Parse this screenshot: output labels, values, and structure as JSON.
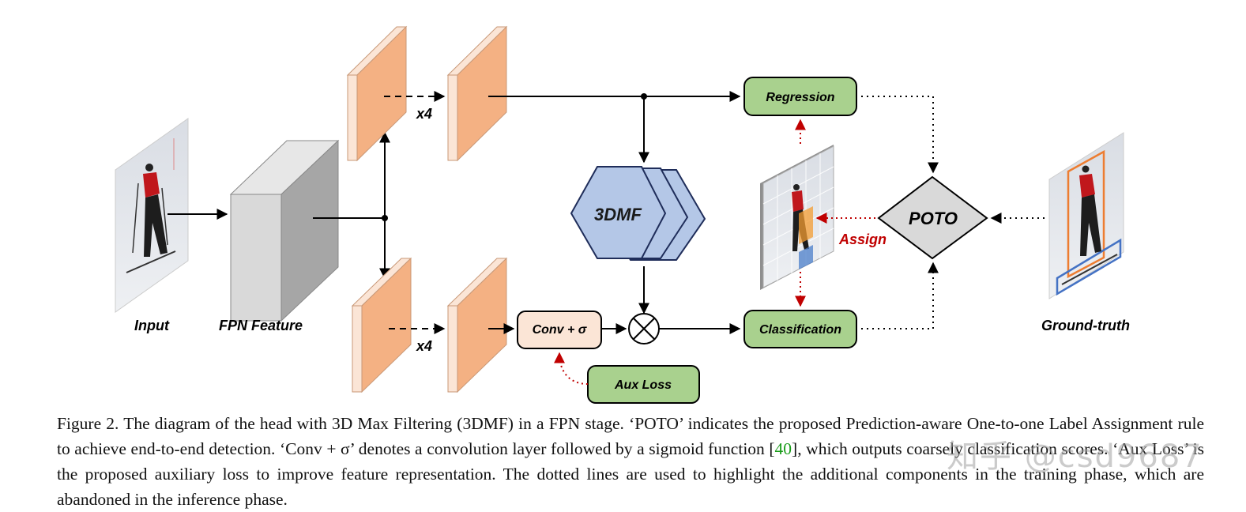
{
  "labels": {
    "input": "Input",
    "fpn_feature": "FPN Feature",
    "repeat_top": "x4",
    "repeat_bottom": "x4",
    "dmf": "3DMF",
    "conv_sigma": "Conv + σ",
    "aux_loss": "Aux Loss",
    "regression": "Regression",
    "classification": "Classification",
    "poto": "POTO",
    "assign": "Assign",
    "ground_truth": "Ground-truth"
  },
  "caption": {
    "part1": "Figure 2. The diagram of the head with 3D Max Filtering (3DMF) in a FPN stage. ‘POTO’ indicates the proposed Prediction-aware One-to-one Label Assignment rule to achieve end-to-end detection. ‘Conv + σ’ denotes a convolution layer followed by a sigmoid function [",
    "ref": "40",
    "part2": "], which outputs coarsely classification scores. ‘Aux Loss’ is the proposed auxiliary loss to improve feature representation. The dotted lines are used to highlight the additional components in the training phase, which are abandoned in the inference phase."
  },
  "watermark": "知乎 @csd9687",
  "colors": {
    "feature_map": "#f4b183",
    "feature_map_light": "#fbe5d6",
    "green_box": "#a9d18e",
    "dmf_blue": "#b4c7e7",
    "assign_red": "#c00000",
    "fpn_gray": "#bfbfbf"
  },
  "icons": [
    "skier-image",
    "skier-grid-image",
    "skier-ground-truth-image",
    "circled-times-icon"
  ]
}
